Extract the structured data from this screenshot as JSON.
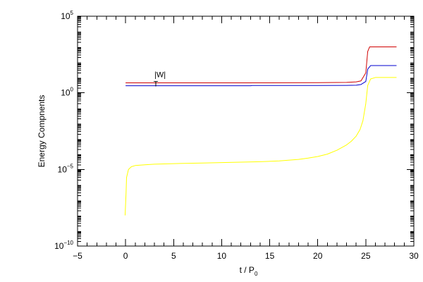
{
  "chart_data": {
    "type": "line",
    "title": "",
    "xlabel": "t / P",
    "xlabel_subscript": "0",
    "ylabel": "Energy Compnents",
    "xlim": [
      -5,
      30
    ],
    "ylim": [
      1e-10,
      100000
    ],
    "y_scale": "log",
    "x_ticks": [
      -5,
      0,
      5,
      10,
      15,
      20,
      25,
      30
    ],
    "x_tick_labels": [
      "−5",
      "0",
      "5",
      "10",
      "15",
      "20",
      "25",
      "30"
    ],
    "y_ticks": [
      {
        "value": 1e-10,
        "base": "10",
        "exp": "−10"
      },
      {
        "value": 1e-05,
        "base": "10",
        "exp": "−5"
      },
      {
        "value": 1,
        "base": "10",
        "exp": "0"
      },
      {
        "value": 100000,
        "base": "10",
        "exp": "5"
      }
    ],
    "grid": false,
    "legend": "none",
    "series": [
      {
        "color": "#d00000",
        "x": [
          0.0,
          5,
          10,
          15,
          20,
          23,
          24,
          24.5,
          25,
          25.2,
          25.4,
          26,
          27,
          28.2
        ],
        "y": [
          4.5,
          4.5,
          4.5,
          4.5,
          4.6,
          4.8,
          5.2,
          6,
          20,
          500,
          1000,
          1000,
          1000,
          1000
        ]
      },
      {
        "color": "#0000d0",
        "x": [
          0.0,
          5,
          10,
          13,
          13.2,
          20,
          23,
          24,
          24.5,
          25,
          25.2,
          25.5,
          26,
          27,
          28.2
        ],
        "y": [
          2.9,
          2.9,
          2.9,
          2.9,
          3.0,
          3.0,
          3.05,
          3.15,
          3.5,
          5.5,
          35,
          60,
          60,
          60,
          60
        ]
      },
      {
        "color": "#ffff00",
        "x": [
          -0.05,
          0.05,
          0.1,
          0.3,
          0.6,
          1.0,
          2,
          3,
          4,
          5,
          8,
          10,
          12,
          14,
          16,
          18,
          19,
          20,
          21,
          22,
          23,
          23.5,
          24,
          24.4,
          24.7,
          25.0,
          25.2,
          25.5,
          26,
          27,
          28.2
        ],
        "y": [
          1e-08,
          3e-07,
          3e-06,
          1e-05,
          1.5e-05,
          1.8e-05,
          2e-05,
          2.2e-05,
          2.3e-05,
          2.4e-05,
          2.6e-05,
          2.8e-05,
          3e-05,
          3.2e-05,
          3.6e-05,
          4.5e-05,
          5.5e-05,
          7e-05,
          0.0001,
          0.00018,
          0.0004,
          0.0007,
          0.0015,
          0.004,
          0.015,
          0.2,
          3,
          8,
          10,
          10,
          10
        ]
      }
    ],
    "annotations": [
      {
        "text": "|W|",
        "x": 3.0,
        "y": 10.5,
        "color": "#800080"
      },
      {
        "text": "T",
        "x": 2.9,
        "y": 2.6,
        "color": "#0000d0"
      }
    ]
  }
}
